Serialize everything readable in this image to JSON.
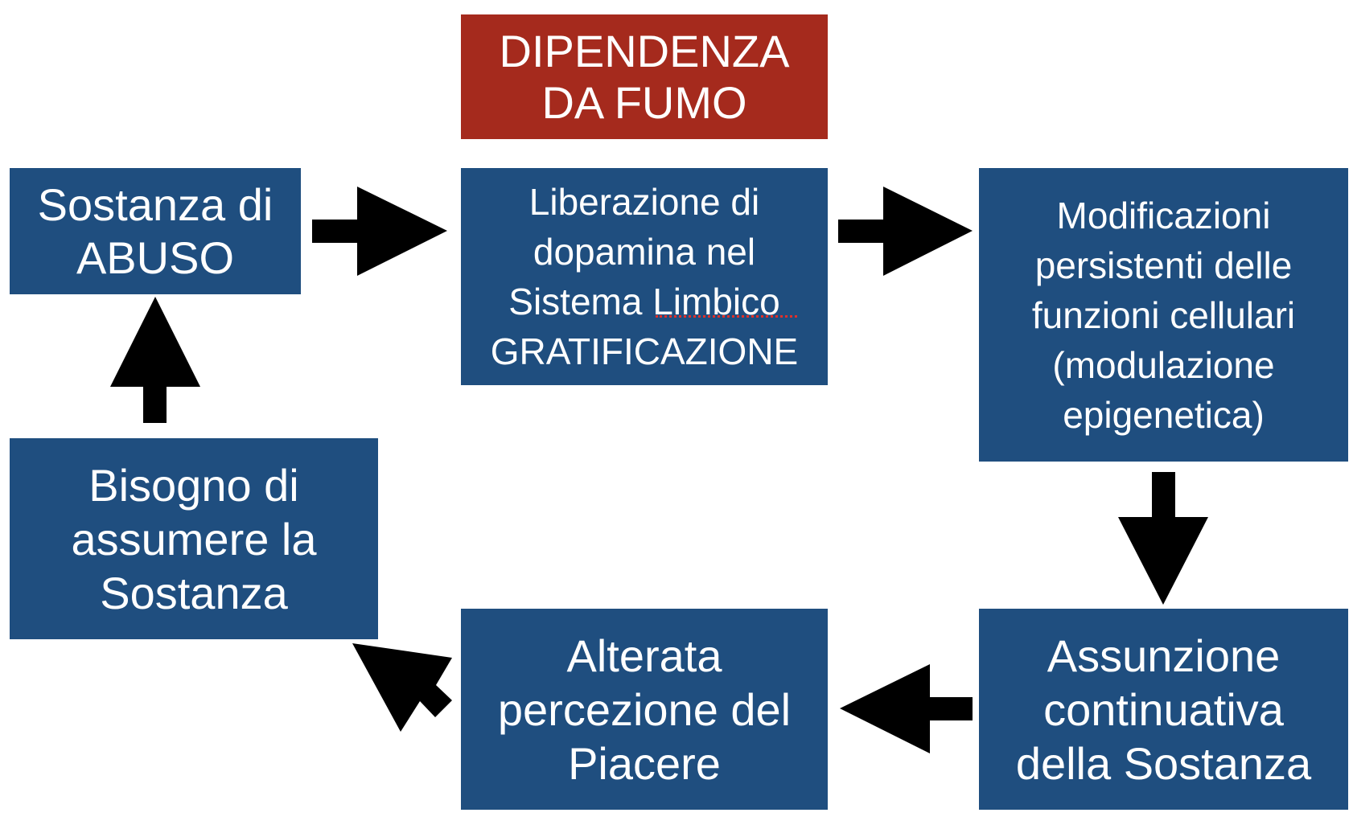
{
  "title": "DIPENDENZA\nDA FUMO",
  "nodes": {
    "sostanza": "Sostanza di\nABUSO",
    "liberazione": "Liberazione di\ndopamina nel\nSistema Limbico\nGRATIFICAZIONE",
    "modificazioni": "Modificazioni\npersistenti delle\nfunzioni cellulari\n(modulazione\nepigenetica)",
    "assunzione": "Assunzione\ncontinuativa\ndella Sostanza",
    "alterata": "Alterata\npercezione del\nPiacere",
    "bisogno": "Bisogno di\nassumere la\nSostanza"
  },
  "colors": {
    "title_bg": "#a52a1d",
    "box_bg": "#1f4e7f",
    "text": "#ffffff",
    "arrow": "#000000"
  }
}
